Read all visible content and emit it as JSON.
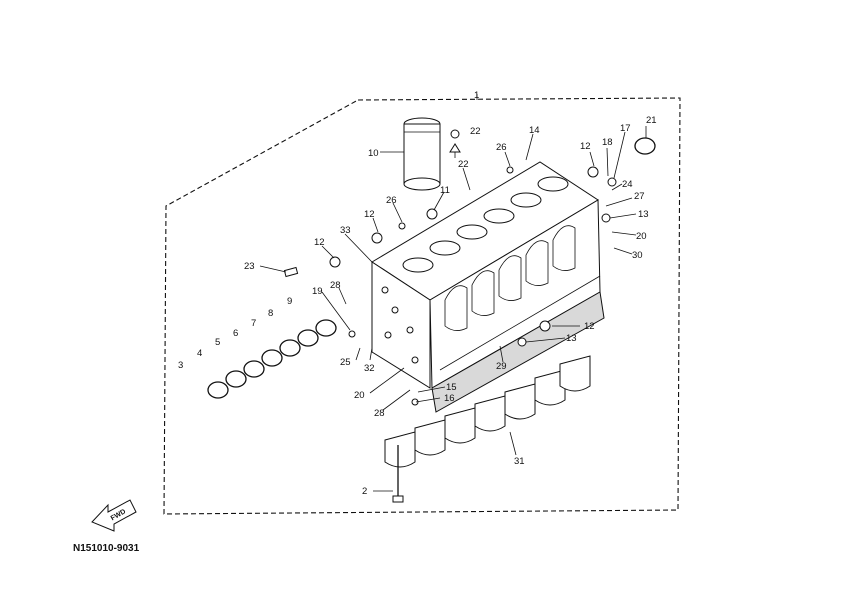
{
  "diagram": {
    "assembly_number": "1",
    "figure_code": "N151010-9031",
    "fwd_label": "FWD",
    "callouts": [
      {
        "id": "c2",
        "label": "2"
      },
      {
        "id": "c3",
        "label": "3"
      },
      {
        "id": "c4",
        "label": "4"
      },
      {
        "id": "c5",
        "label": "5"
      },
      {
        "id": "c6",
        "label": "6"
      },
      {
        "id": "c7",
        "label": "7"
      },
      {
        "id": "c8",
        "label": "8"
      },
      {
        "id": "c9",
        "label": "9"
      },
      {
        "id": "c10",
        "label": "10"
      },
      {
        "id": "c11",
        "label": "11"
      },
      {
        "id": "c12a",
        "label": "12"
      },
      {
        "id": "c12b",
        "label": "12"
      },
      {
        "id": "c12c",
        "label": "12"
      },
      {
        "id": "c12d",
        "label": "12"
      },
      {
        "id": "c13a",
        "label": "13"
      },
      {
        "id": "c13b",
        "label": "13"
      },
      {
        "id": "c14",
        "label": "14"
      },
      {
        "id": "c15",
        "label": "15"
      },
      {
        "id": "c16",
        "label": "16"
      },
      {
        "id": "c17",
        "label": "17"
      },
      {
        "id": "c18",
        "label": "18"
      },
      {
        "id": "c19",
        "label": "19"
      },
      {
        "id": "c20a",
        "label": "20"
      },
      {
        "id": "c20b",
        "label": "20"
      },
      {
        "id": "c21",
        "label": "21"
      },
      {
        "id": "c22a",
        "label": "22"
      },
      {
        "id": "c22b",
        "label": "22"
      },
      {
        "id": "c23",
        "label": "23"
      },
      {
        "id": "c24",
        "label": "24"
      },
      {
        "id": "c25",
        "label": "25"
      },
      {
        "id": "c26a",
        "label": "26"
      },
      {
        "id": "c26b",
        "label": "26"
      },
      {
        "id": "c27",
        "label": "27"
      },
      {
        "id": "c28a",
        "label": "28"
      },
      {
        "id": "c28b",
        "label": "28"
      },
      {
        "id": "c29",
        "label": "29"
      },
      {
        "id": "c30",
        "label": "30"
      },
      {
        "id": "c31",
        "label": "31"
      },
      {
        "id": "c32",
        "label": "32"
      },
      {
        "id": "c33",
        "label": "33"
      }
    ]
  }
}
